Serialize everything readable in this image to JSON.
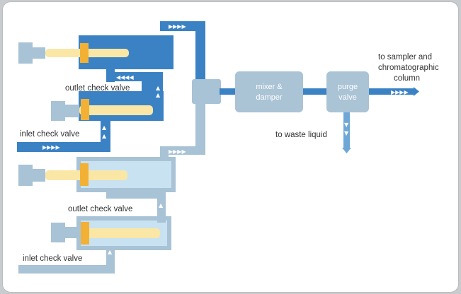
{
  "labels": {
    "outlet_check_valve_1": "outlet check valve",
    "inlet_check_valve_1": "inlet check valve",
    "outlet_check_valve_2": "outlet check valve",
    "inlet_check_valve_2": "inlet check valve",
    "to_waste": "to waste liquid",
    "to_sampler_1": "to sampler and",
    "to_sampler_2": "chromatographic",
    "to_sampler_3": "column"
  },
  "boxes": {
    "mixer_line1": "mixer &",
    "mixer_line2": "damper",
    "purge_line1": "purge",
    "purge_line2": "valve"
  },
  "flow_markers": {
    "right": "▶▶▶▶",
    "left": "◀◀◀◀",
    "up": "▲",
    "down": "▼"
  },
  "colors": {
    "dark_blue": "#3b82c4",
    "mid_blue": "#6fa7d6",
    "light_blue": "#c8e2f2",
    "gray_blue": "#a8c2d6",
    "box_fill": "#aac3d5",
    "plunger": "#fae7a5",
    "piston": "#f2b135"
  }
}
